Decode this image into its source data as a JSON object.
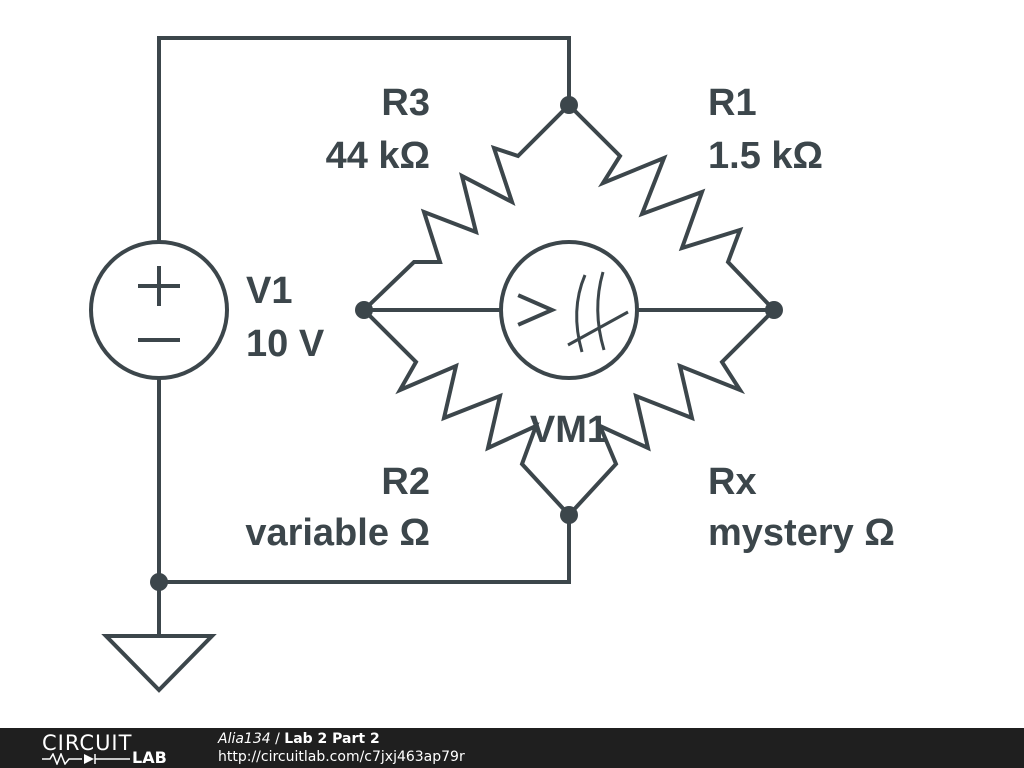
{
  "schematic": {
    "labels": {
      "r3_name": "R3",
      "r3_value": "44 kΩ",
      "r1_name": "R1",
      "r1_value": "1.5 kΩ",
      "v1_name": "V1",
      "v1_value": "10 V",
      "vm1_name": "VM1",
      "r2_name": "R2",
      "r2_value": "variable Ω",
      "rx_name": "Rx",
      "rx_value": "mystery Ω"
    },
    "symbols": {
      "source_plus": "+",
      "source_minus": "−"
    }
  },
  "footer": {
    "logo_top": "CIRCUIT",
    "logo_bottom": "LAB",
    "author": "Alia134",
    "separator": " / ",
    "title": "Lab 2 Part 2",
    "url": "http://circuitlab.com/c7jxj463ap79r"
  }
}
